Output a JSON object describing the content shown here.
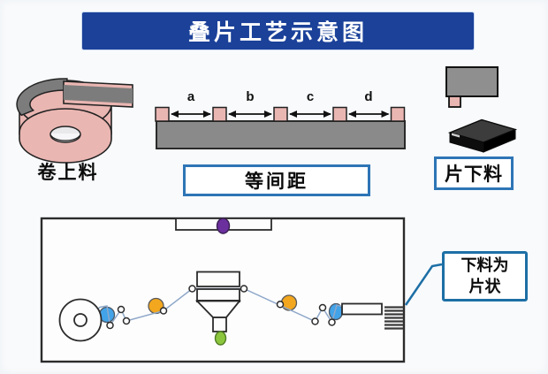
{
  "title": "叠片工艺示意图",
  "coil": {
    "label": "卷上料"
  },
  "spacing": {
    "label": "等间距",
    "marks": [
      "a",
      "b",
      "c",
      "d"
    ]
  },
  "sheet": {
    "label": "片下料"
  },
  "callout": {
    "line1": "下料为",
    "line2": "片状"
  },
  "colors": {
    "banner_blue": "#1b4199",
    "label_box_border": "#2e75b6",
    "callout_border": "#1d6fa5",
    "material_pink": "#eab6b2",
    "machine_gray": "#8a8a8a",
    "coil_band_gray": "#7c7c7c",
    "roller_blue": "#42a3e8",
    "roller_orange": "#f3a71e",
    "roller_green": "#8cc63f",
    "roller_purple": "#6b2f9e",
    "web_line_blue": "#8fa8c8"
  }
}
